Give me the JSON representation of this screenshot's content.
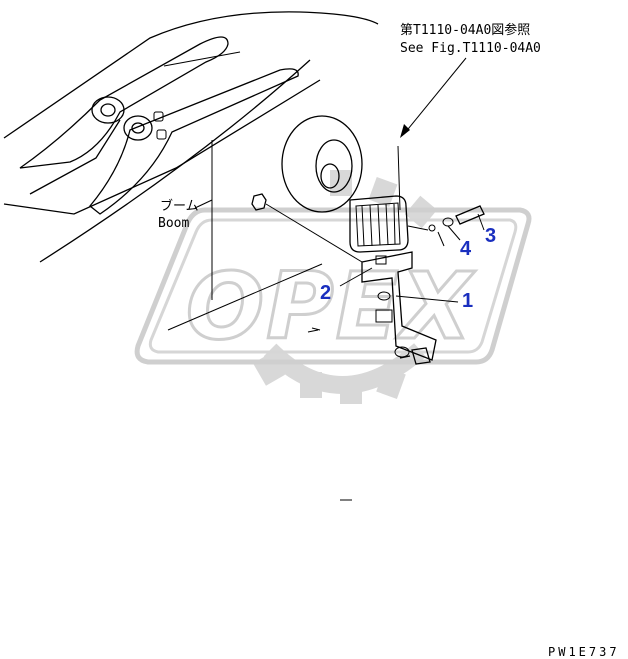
{
  "reference": {
    "jp": "第T1110-04A0図参照",
    "en": "See Fig.T1110-04A0"
  },
  "boom_label": {
    "jp": "ブーム",
    "en": "Boom"
  },
  "callouts": [
    "1",
    "2",
    "3",
    "4"
  ],
  "watermark": "OPEX",
  "drawing_code": "PW1E737",
  "colors": {
    "callout": "#1a2fbf",
    "watermark": "#d4d4d4"
  }
}
